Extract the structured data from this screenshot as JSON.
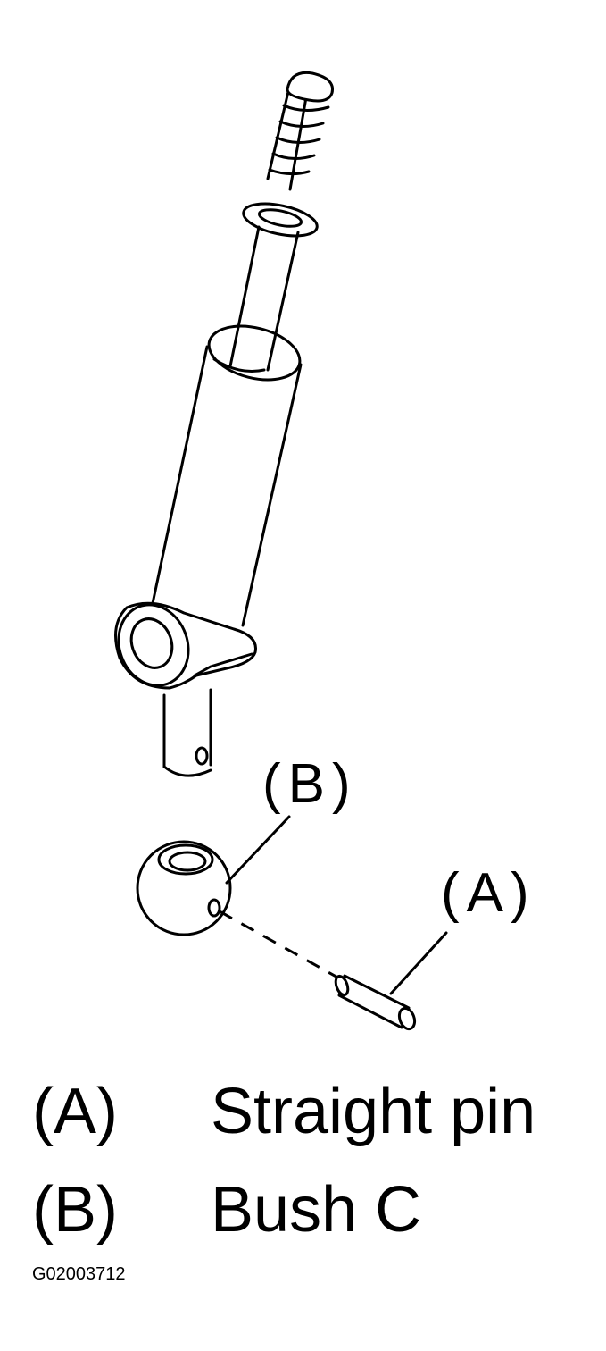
{
  "diagram": {
    "callouts": {
      "b": "(B)",
      "a": "(A)"
    },
    "legend": [
      {
        "key": "(A)",
        "text": "Straight pin"
      },
      {
        "key": "(B)",
        "text": "Bush C"
      }
    ],
    "figure_id": "G02003712"
  }
}
